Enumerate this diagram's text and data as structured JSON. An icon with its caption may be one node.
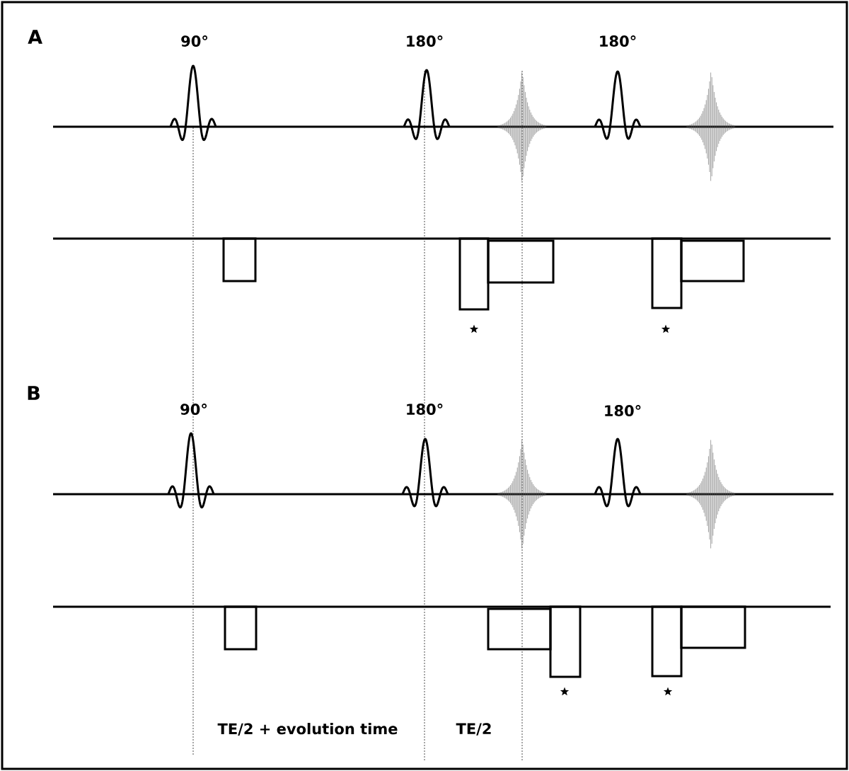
{
  "diagram": {
    "labels": [
      "A",
      "90°",
      "180°",
      "180°",
      "B",
      "90°",
      "180°",
      "180°",
      "TE/2 + evolution time",
      "TE/2"
    ]
  }
}
